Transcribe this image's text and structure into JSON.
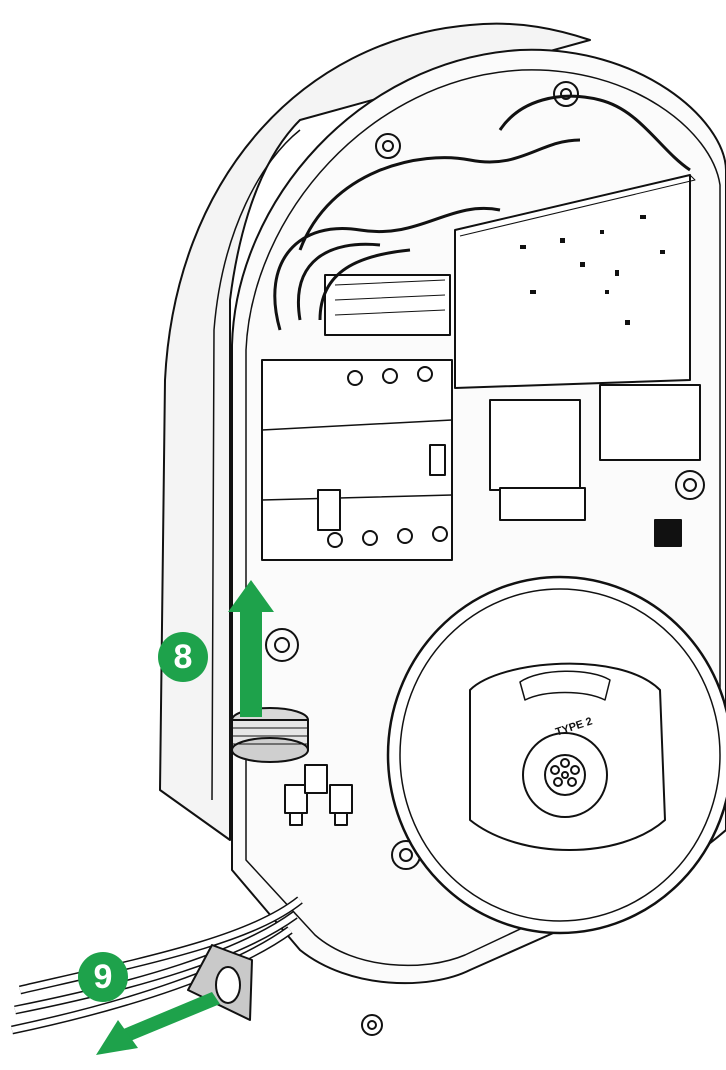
{
  "diagram": {
    "steps": [
      {
        "label": "8",
        "action": "lift"
      },
      {
        "label": "9",
        "action": "pull-out"
      }
    ],
    "connector_label": "TYPE 2",
    "colors": {
      "accent": "#1ea24b",
      "line": "#111111",
      "fill": "#ffffff",
      "shade": "#d9d9d9"
    }
  }
}
